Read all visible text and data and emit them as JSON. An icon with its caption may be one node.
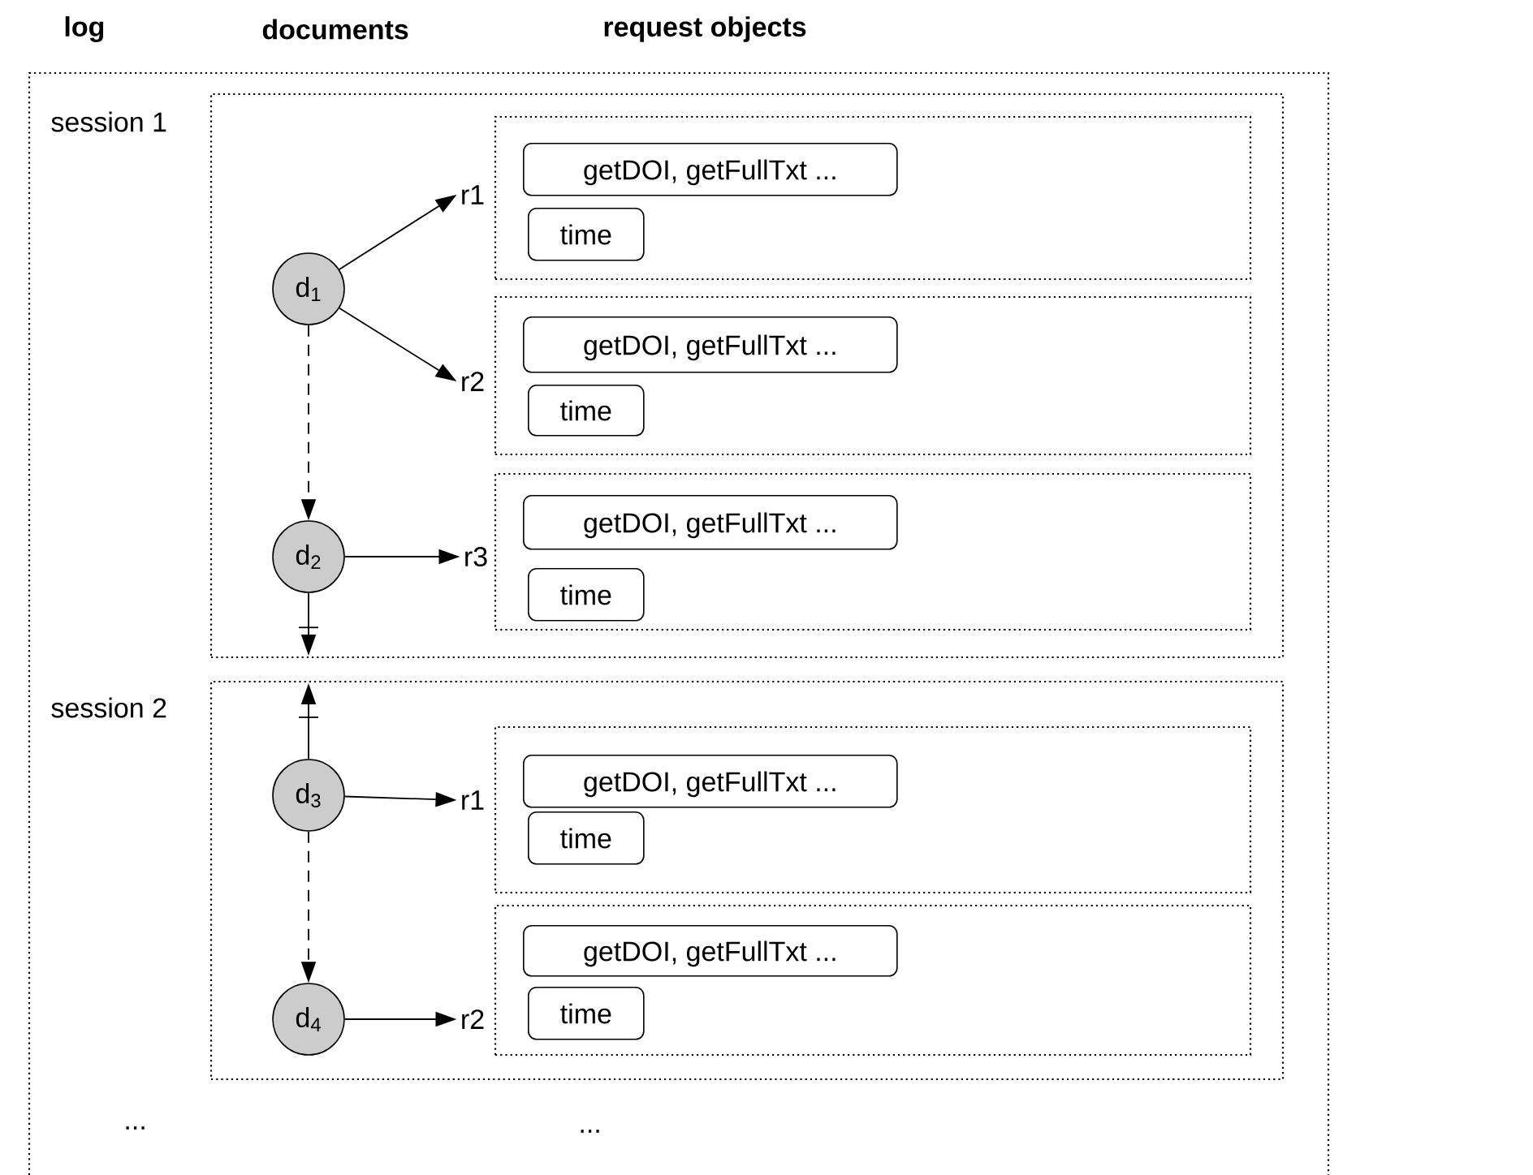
{
  "diagram": {
    "nodes": [
      {
        "text": [
          "log"
        ]
      },
      {
        "text": [
          "session 1"
        ],
        "in": 0
      },
      {
        "text": [
          "d$_{1}$"
        ],
        "in": 1
      },
      {
        "text": [
          "d$_{2}$"
        ],
        "in": 1
      },
      {
        "text": [
          "r1"
        ],
        "in": 1
      },
      {
        "text": [
          "r2"
        ],
        "in": 1
      },
      {
        "text": [
          "r3"
        ],
        "in": 1
      },
      {
        "text": [],
        "shape": "box",
        "in": 1
      },
      {
        "text": [
          "getDOI, getFullTxt ..."
        ],
        "in": 7
      },
      {
        "text": [
          "time"
        ],
        "in": 7
      },
      {
        "text": [],
        "shape": "box",
        "in": 1
      },
      {
        "text": [
          "getDOI, getFullTxt ..."
        ],
        "in": 10
      },
      {
        "text": [
          "time"
        ],
        "in": 10
      },
      {
        "text": [],
        "shape": "box",
        "in": 1
      },
      {
        "text": [
          "getDOI, getFullTxt ..."
        ],
        "in": 13
      },
      {
        "text": [
          "time"
        ],
        "in": 13
      },
      {
        "text": [
          "session 2"
        ],
        "in": 0
      },
      {
        "text": [
          "d$_{3}$"
        ],
        "in": 16
      },
      {
        "text": [
          "d$_{4}$"
        ],
        "in": 16
      },
      {
        "text": [
          "r1"
        ],
        "in": 16
      },
      {
        "text": [
          "r2"
        ],
        "in": 16
      },
      {
        "text": [],
        "shape": "box",
        "in": 16
      },
      {
        "text": [
          "getDOI, getFullTxt ..."
        ],
        "in": 21
      },
      {
        "text": [
          "time"
        ],
        "in": 21
      },
      {
        "text": [],
        "shape": "box",
        "in": 16
      },
      {
        "text": [
          "getDOI, getFullTxt ..."
        ],
        "in": 24
      },
      {
        "text": [
          "time"
        ],
        "in": 24
      }
    ],
    "edges": [
      {
        "from": 2,
        "to": 4,
        "arrow": "to"
      },
      {
        "from": 2,
        "to": 5,
        "arrow": "to"
      },
      {
        "from": 2,
        "to": 3,
        "arrow": "to",
        "style": "dashed"
      },
      {
        "from": 3,
        "to": 6,
        "arrow": "to"
      },
      {
        "from": 3,
        "to": null,
        "arrow": "to"
      },
      {
        "from": 17,
        "to": null,
        "arrow": "to"
      },
      {
        "from": 17,
        "to": 19,
        "arrow": "to"
      },
      {
        "from": 17,
        "to": 18,
        "arrow": "to",
        "style": "dashed"
      },
      {
        "from": 18,
        "to": 20,
        "arrow": "to"
      }
    ],
    "labels": [
      "documents",
      "request objects",
      "...",
      "..."
    ]
  }
}
